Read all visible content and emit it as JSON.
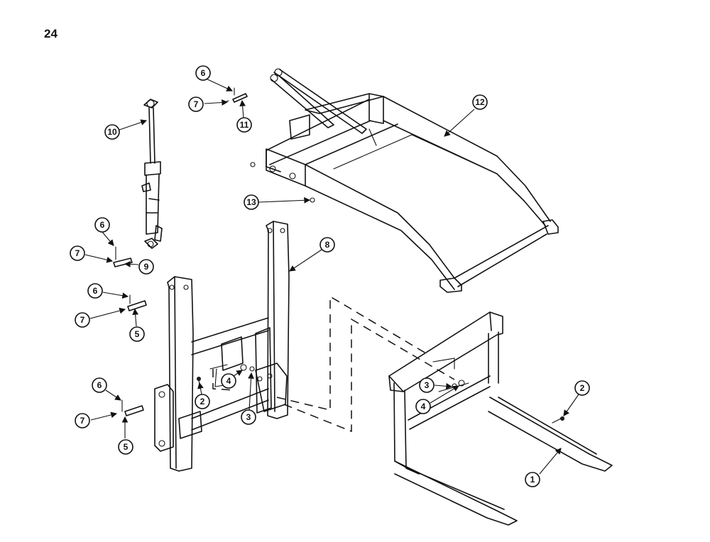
{
  "page_number": "24",
  "callouts": {
    "c1": "1",
    "c2a": "2",
    "c2b": "2",
    "c3a": "3",
    "c3b": "3",
    "c4a": "4",
    "c4b": "4",
    "c5a": "5",
    "c5b": "5",
    "c6a": "6",
    "c6b": "6",
    "c6c": "6",
    "c6d": "6",
    "c7a": "7",
    "c7b": "7",
    "c7c": "7",
    "c7d": "7",
    "c8": "8",
    "c9": "9",
    "c10": "10",
    "c11": "11",
    "c12": "12",
    "c13": "13"
  }
}
